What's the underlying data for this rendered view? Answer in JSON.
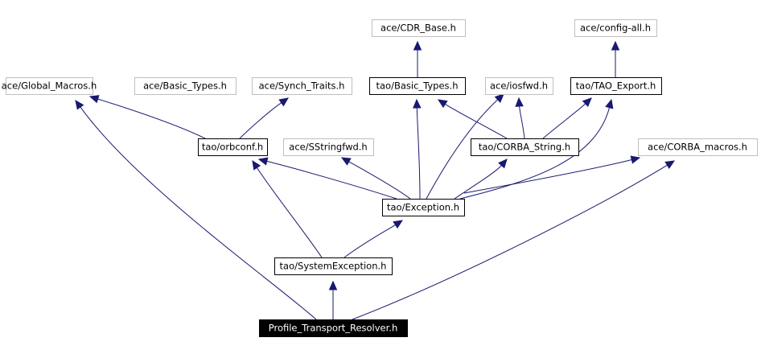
{
  "diagram": {
    "title": "",
    "nodes": [
      {
        "id": "cdr_base",
        "label": "ace/CDR_Base.h",
        "style": "external"
      },
      {
        "id": "config_all",
        "label": "ace/config-all.h",
        "style": "external"
      },
      {
        "id": "global_macros",
        "label": "ace/Global_Macros.h",
        "style": "external"
      },
      {
        "id": "ace_basic_types",
        "label": "ace/Basic_Types.h",
        "style": "external"
      },
      {
        "id": "synch_traits",
        "label": "ace/Synch_Traits.h",
        "style": "external"
      },
      {
        "id": "tao_basic_types",
        "label": "tao/Basic_Types.h",
        "style": "normal"
      },
      {
        "id": "iosfwd",
        "label": "ace/iosfwd.h",
        "style": "external"
      },
      {
        "id": "tao_export",
        "label": "tao/TAO_Export.h",
        "style": "normal"
      },
      {
        "id": "orbconf",
        "label": "tao/orbconf.h",
        "style": "normal"
      },
      {
        "id": "sstringfwd",
        "label": "ace/SStringfwd.h",
        "style": "external"
      },
      {
        "id": "corba_string",
        "label": "tao/CORBA_String.h",
        "style": "normal"
      },
      {
        "id": "corba_macros",
        "label": "ace/CORBA_macros.h",
        "style": "external"
      },
      {
        "id": "exception",
        "label": "tao/Exception.h",
        "style": "normal"
      },
      {
        "id": "system_exception",
        "label": "tao/SystemException.h",
        "style": "normal"
      },
      {
        "id": "resolver",
        "label": "Profile_Transport_Resolver.h",
        "style": "root"
      }
    ],
    "edges": [
      {
        "from": "resolver",
        "to": "global_macros"
      },
      {
        "from": "resolver",
        "to": "system_exception"
      },
      {
        "from": "resolver",
        "to": "corba_macros"
      },
      {
        "from": "system_exception",
        "to": "orbconf"
      },
      {
        "from": "system_exception",
        "to": "exception"
      },
      {
        "from": "exception",
        "to": "orbconf"
      },
      {
        "from": "exception",
        "to": "sstringfwd"
      },
      {
        "from": "exception",
        "to": "tao_basic_types"
      },
      {
        "from": "exception",
        "to": "iosfwd"
      },
      {
        "from": "exception",
        "to": "corba_string"
      },
      {
        "from": "exception",
        "to": "tao_export"
      },
      {
        "from": "exception",
        "to": "corba_macros"
      },
      {
        "from": "orbconf",
        "to": "global_macros"
      },
      {
        "from": "orbconf",
        "to": "synch_traits"
      },
      {
        "from": "corba_string",
        "to": "tao_basic_types"
      },
      {
        "from": "corba_string",
        "to": "iosfwd"
      },
      {
        "from": "corba_string",
        "to": "tao_export"
      },
      {
        "from": "tao_basic_types",
        "to": "cdr_base"
      },
      {
        "from": "tao_export",
        "to": "config_all"
      }
    ],
    "colors": {
      "edge": "#191970",
      "normal_border": "#000000",
      "external_border": "#bfbfbf",
      "root_fill": "#000000",
      "root_text": "#ffffff",
      "text": "#000000"
    }
  }
}
